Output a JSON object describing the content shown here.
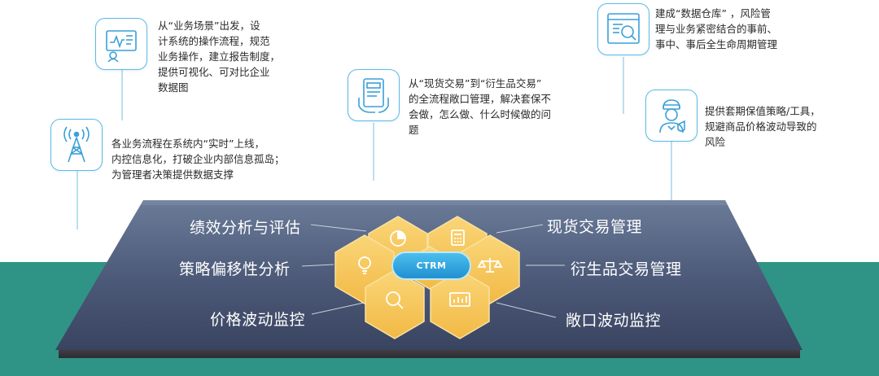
{
  "callouts": {
    "business_scene": "从“业务场景”出发，设\n计系统的操作流程，规范\n业务操作，建立报告制度，\n提供可视化、可对比企业\n数据图",
    "realtime": "各业务流程在系统内“实时”上线，\n内控信息化，打破企业内部信息孤岛；\n为管理者决策提供数据支撑",
    "spot_to_derivative": "从“现货交易”到“衍生品交易”\n的全流程敞口管理，解决套保不\n会做，怎么做、什么时候做的问\n题",
    "data_warehouse": "建成“数据仓库”   ，风险管\n理与业务紧密结合的事前、\n事中、事后全生命周期管理",
    "hedging_strategy": "提供套期保值策略/工具，\n规避商品价格波动导致的\n风险"
  },
  "platform": {
    "center_label": "CTRM",
    "labels": {
      "performance": "绩效分析与评估",
      "strategy_deviation": "策略偏移性分析",
      "price_monitor": "价格波动监控",
      "spot_trading": "现货交易管理",
      "derivatives": "衍生品交易管理",
      "exposure_monitor": "敞口波动监控"
    }
  },
  "icons": {
    "business_scene": "flowchart-monitor-icon",
    "realtime": "signal-tower-icon",
    "spot_to_derivative": "tablet-hand-icon",
    "data_warehouse": "document-search-icon",
    "hedging_strategy": "shield-person-icon",
    "hex_performance": "pie-chart-icon",
    "hex_spot": "calculator-icon",
    "hex_strategy": "lightbulb-icon",
    "hex_derivatives": "scales-icon",
    "hex_price": "magnifier-icon",
    "hex_exposure": "bar-chart-monitor-icon"
  },
  "colors": {
    "band": "#2f9486",
    "platform_top": "#5f6e8c",
    "platform_bottom": "#3a4663",
    "hexagon": "#f6c65a",
    "ctrm_pill": "#2fa6df",
    "icon_border": "#5bbbe6"
  }
}
